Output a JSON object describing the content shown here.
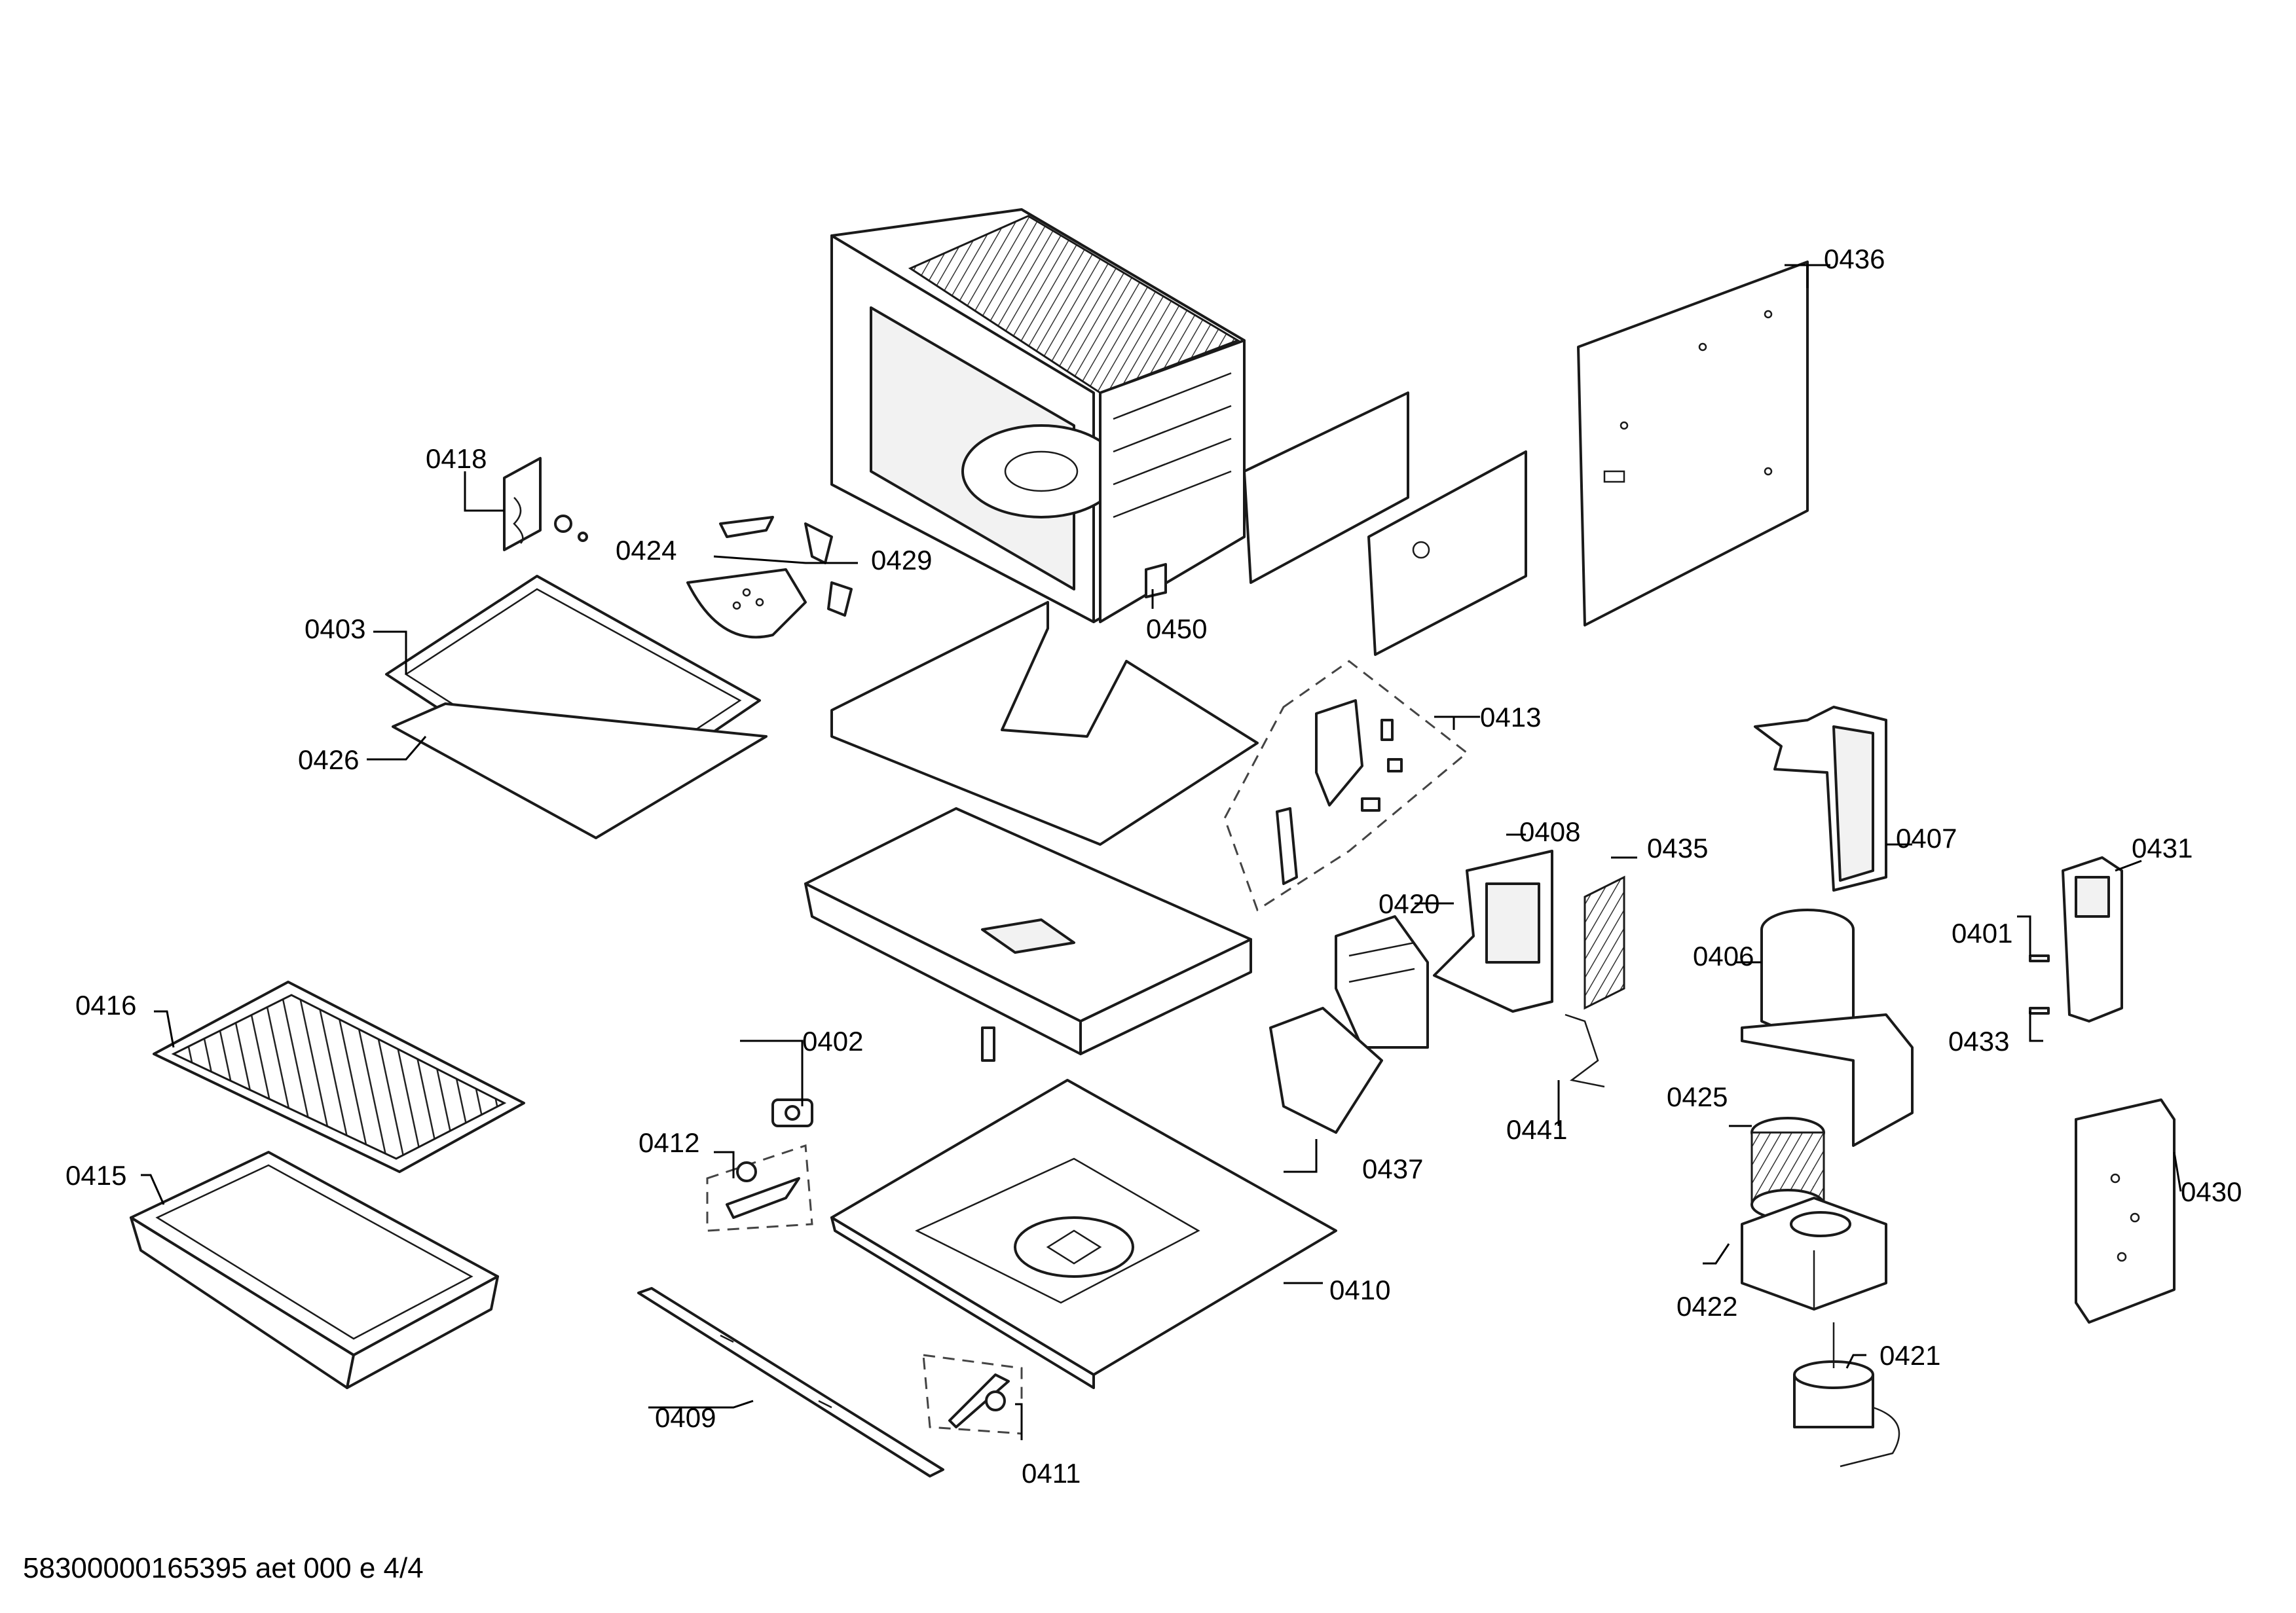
{
  "footer": {
    "document_id": "58300000165395 aet 000 e 4/4"
  },
  "labels": {
    "p0401": "0401",
    "p0402": "0402",
    "p0403": "0403",
    "p0406": "0406",
    "p0407": "0407",
    "p0408": "0408",
    "p0409": "0409",
    "p0410": "0410",
    "p0411": "0411",
    "p0412": "0412",
    "p0413": "0413",
    "p0415": "0415",
    "p0416": "0416",
    "p0418": "0418",
    "p0420": "0420",
    "p0421": "0421",
    "p0422": "0422",
    "p0424": "0424",
    "p0425": "0425",
    "p0426": "0426",
    "p0429": "0429",
    "p0430": "0430",
    "p0431": "0431",
    "p0433": "0433",
    "p0435": "0435",
    "p0436": "0436",
    "p0437": "0437",
    "p0441": "0441",
    "p0450": "0450"
  }
}
